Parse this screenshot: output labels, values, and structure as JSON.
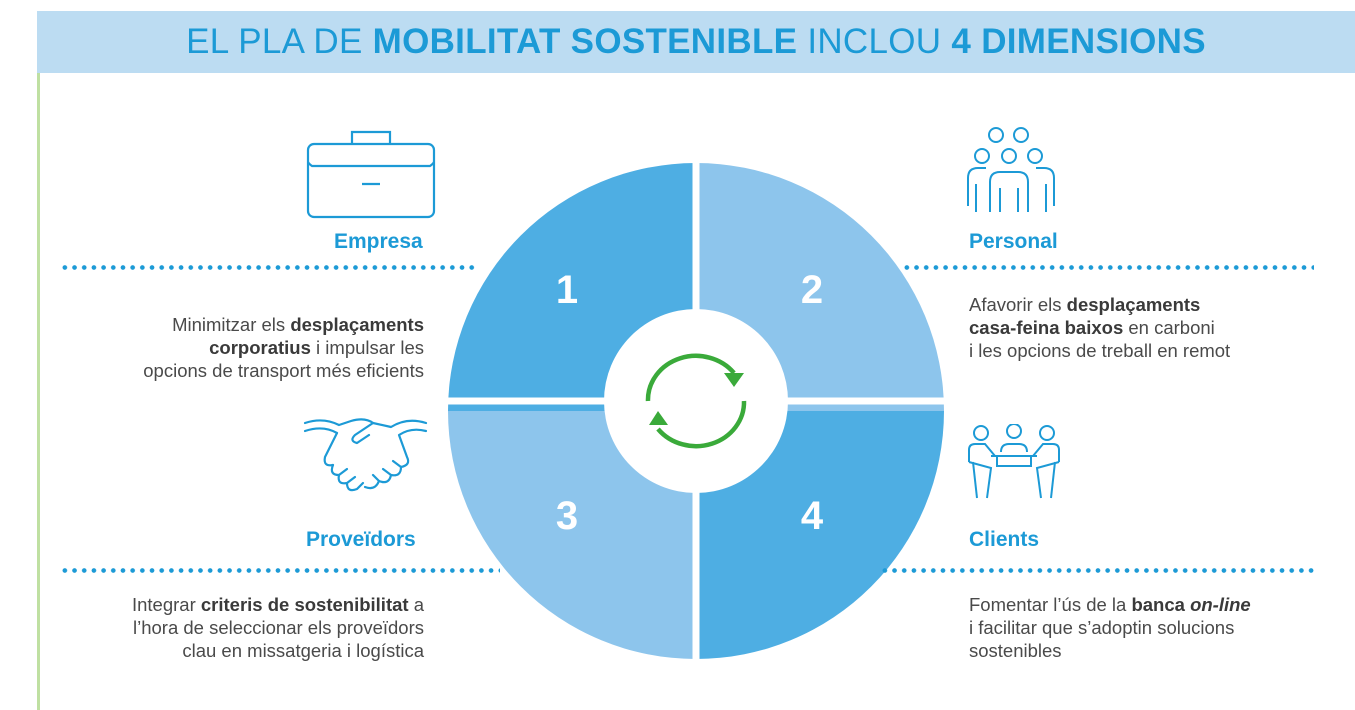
{
  "header": {
    "part1": "EL PLA DE ",
    "part2": "MOBILITAT SOSTENIBLE",
    "part3": " INCLOU ",
    "part4": "4 DIMENSIONS"
  },
  "wheel": {
    "numbers": [
      "1",
      "2",
      "3",
      "4"
    ],
    "colors": {
      "dark": "#4eaee3",
      "light": "#8dc5ec",
      "cycle": "#3aaa3a"
    }
  },
  "dimensions": {
    "empresa": {
      "label": "Empresa",
      "line1_a": "Minimitzar els ",
      "line1_b": "desplaçaments",
      "line2_a": "corporatius",
      "line2_b": " i impulsar les",
      "line3": "opcions de transport més eficients",
      "icon": "briefcase-icon"
    },
    "personal": {
      "label": "Personal",
      "line1_a": "Afavorir els ",
      "line1_b": "desplaçaments",
      "line2_a": "casa-feina baixos",
      "line2_b": " en carboni",
      "line3": "i les opcions de treball en remot",
      "icon": "people-group-icon"
    },
    "proveidors": {
      "label": "Proveïdors",
      "line1_a": "Integrar ",
      "line1_b": "criteris de sostenibilitat",
      "line1_c": " a",
      "line2": "l’hora de seleccionar els proveïdors",
      "line3": "clau en missatgeria i logística",
      "icon": "handshake-icon"
    },
    "clients": {
      "label": "Clients",
      "line1_a": "Fomentar l’ús de la ",
      "line1_b": "banca ",
      "line1_c": "on-line",
      "line2": "i facilitar que s’adoptin solucions",
      "line3": "sostenibles",
      "icon": "meeting-table-icon"
    }
  }
}
